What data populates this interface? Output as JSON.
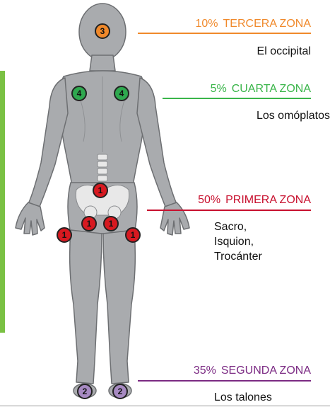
{
  "colors": {
    "accent_bar": "#7ac143",
    "body_fill": "#a9abae",
    "body_outline": "#6d6f72"
  },
  "zones": [
    {
      "id": "tercera",
      "percent": "10%",
      "name": "TERCERA ZONA",
      "color": "#f0892b",
      "marker_color": "#f0892b",
      "marker_number": "3",
      "description": [
        "El occipital"
      ]
    },
    {
      "id": "cuarta",
      "percent": "5%",
      "name": "CUARTA ZONA",
      "color": "#3ab54a",
      "marker_color": "#2fa84f",
      "marker_number": "4",
      "description": [
        "Los omóplatos"
      ]
    },
    {
      "id": "primera",
      "percent": "50%",
      "name": "PRIMERA ZONA",
      "color": "#c8102e",
      "marker_color": "#d71920",
      "marker_number": "1",
      "description": [
        "Sacro,",
        "Isquion,",
        "Trocánter"
      ]
    },
    {
      "id": "segunda",
      "percent": "35%",
      "name": "SEGUNDA ZONA",
      "color": "#7b2a83",
      "marker_color": "#a78ac2",
      "marker_number": "2",
      "description": [
        "Los talones"
      ]
    }
  ]
}
